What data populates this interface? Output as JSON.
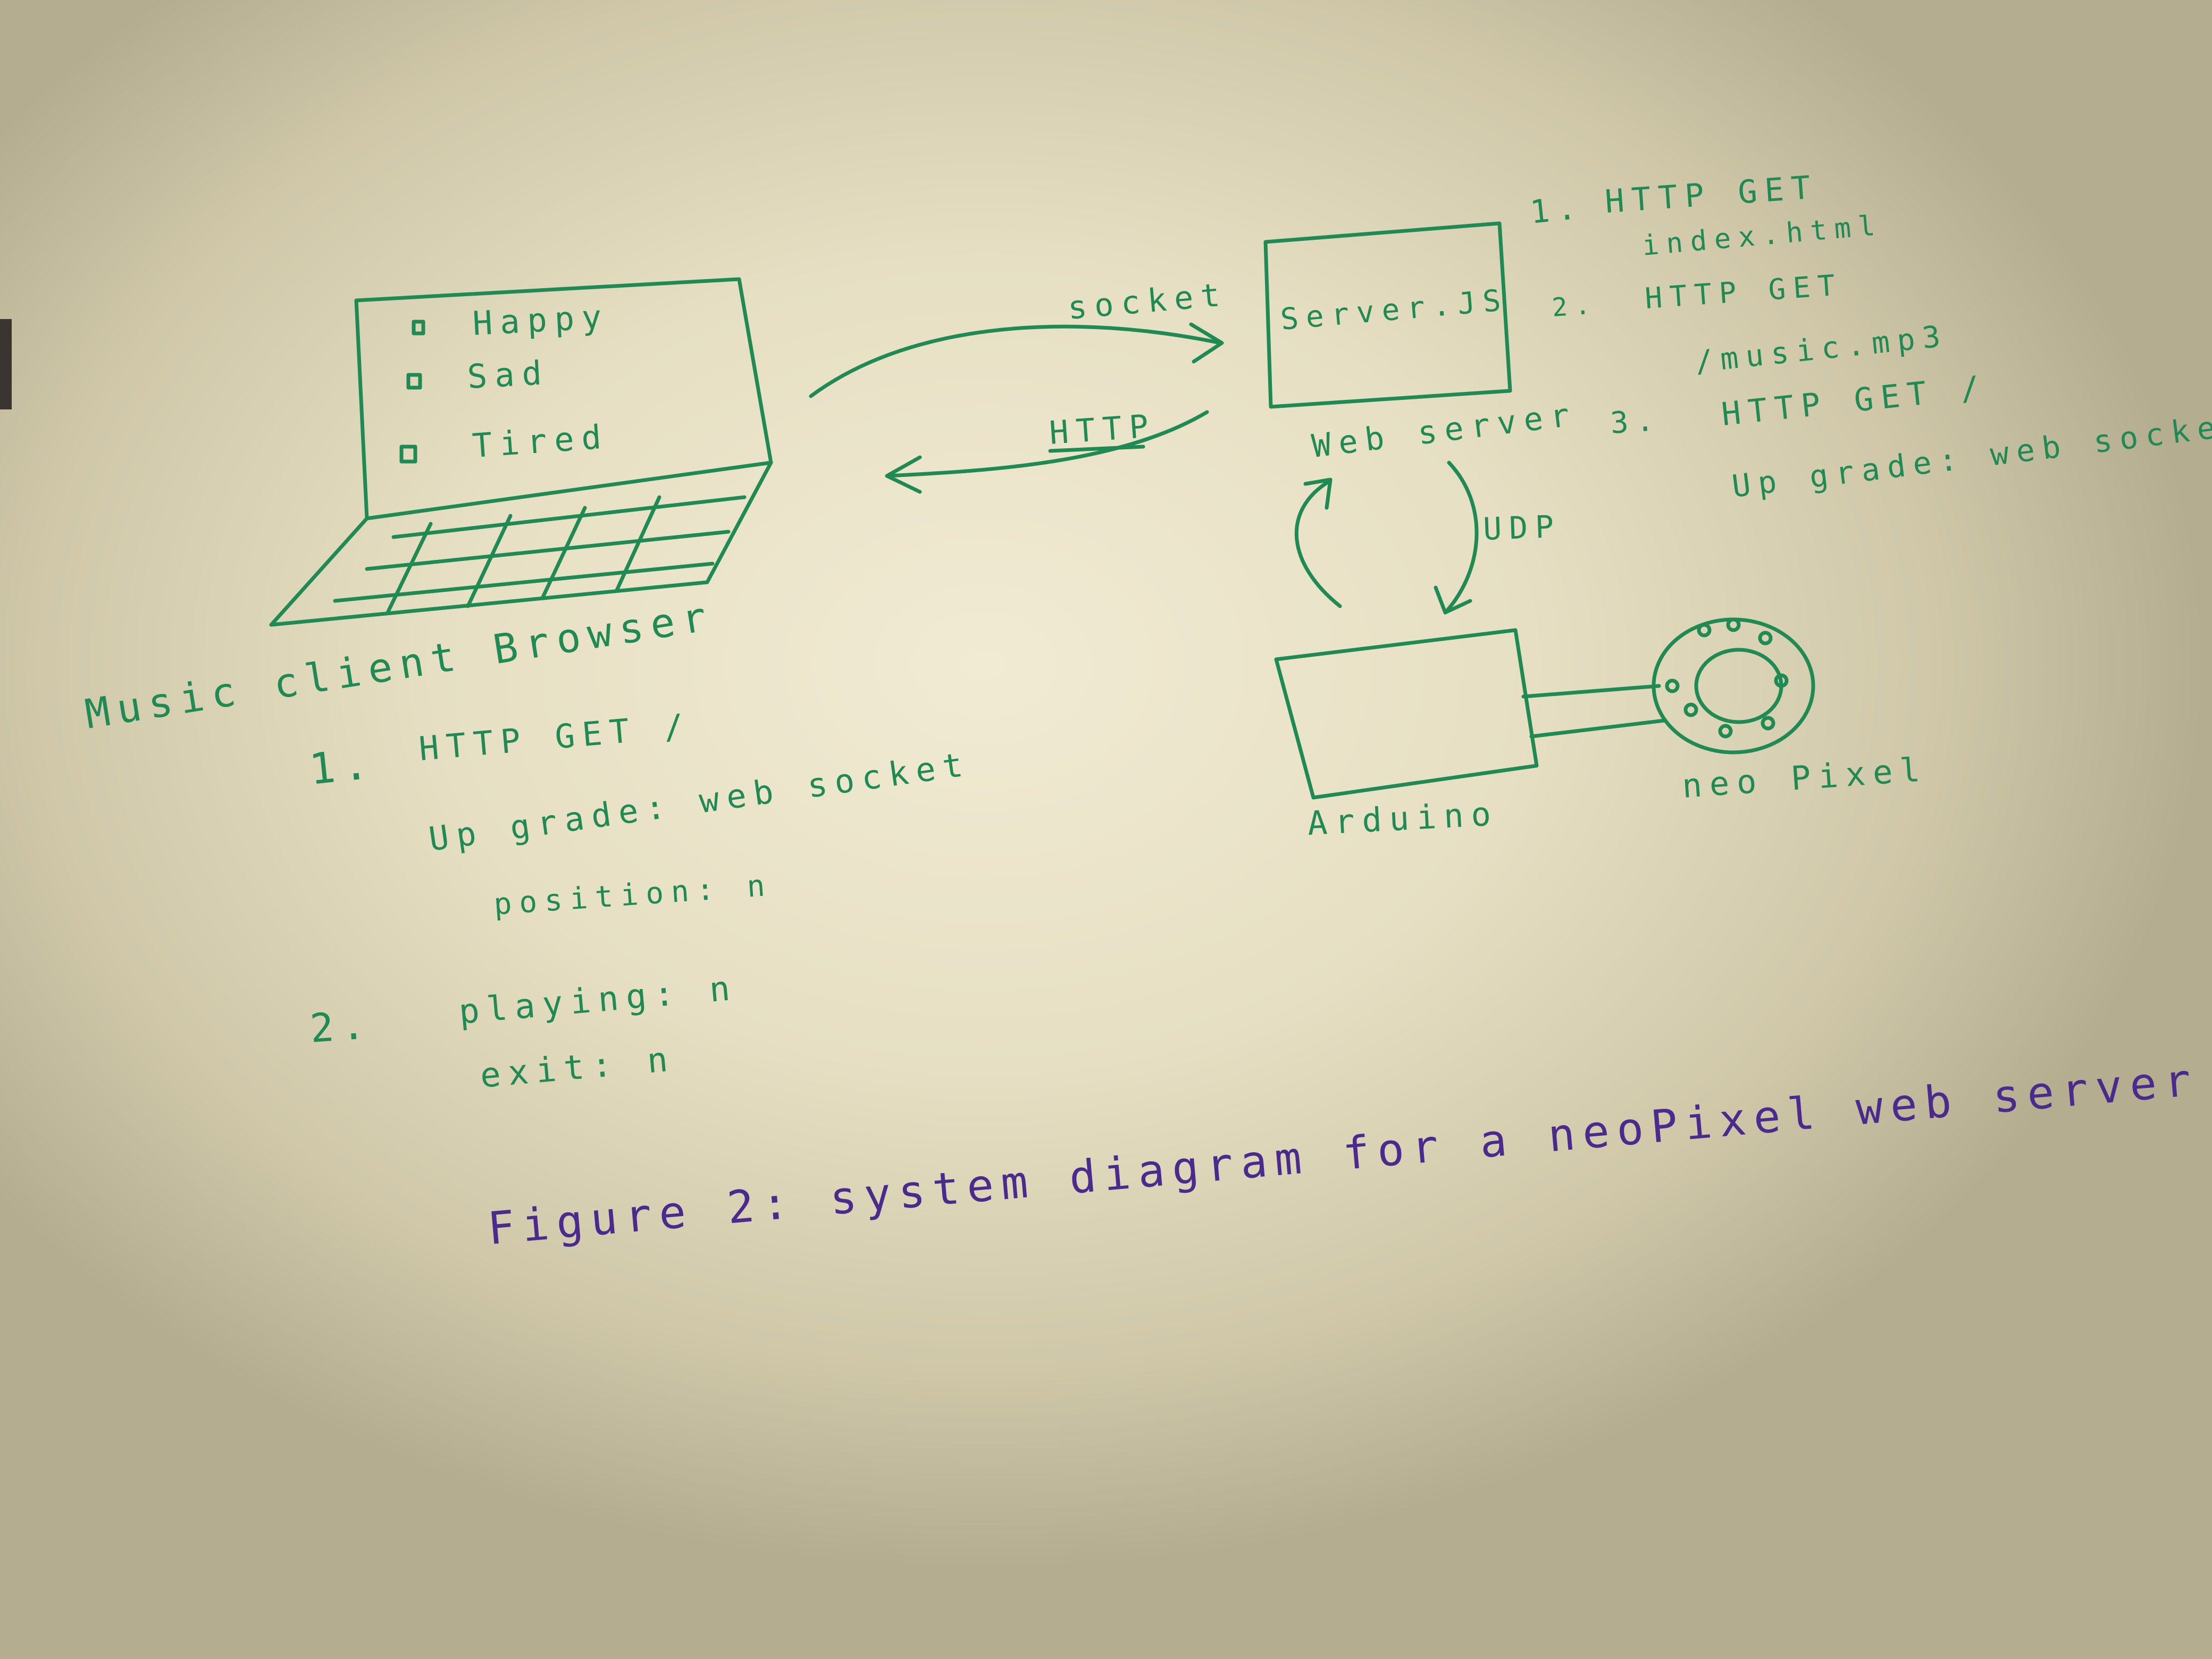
{
  "colors": {
    "green_ink": "#1f8a52",
    "purple_ink": "#4a2a8c",
    "paper": "#f1ebd4"
  },
  "laptop": {
    "options": [
      "Happy",
      "Sad",
      "Tired"
    ],
    "caption": "Music client Browser"
  },
  "client_steps": {
    "step1_number": "1.",
    "step1_line1": "HTTP GET /",
    "step1_line2": "Up grade: web socket",
    "step1_line3": "position: n",
    "step2_number": "2.",
    "step2_line1": "playing: n",
    "step2_line2": "exit: n"
  },
  "arrows": {
    "socket_label": "socket",
    "http_label": "HTTP",
    "udp_label": "UDP"
  },
  "server": {
    "box_label": "Server.JS",
    "caption": "Web server"
  },
  "server_steps": {
    "step1_number": "1.",
    "step1_line1": "HTTP GET",
    "step1_line2": "index.html",
    "step2_number": "2.",
    "step2_line1": "HTTP GET",
    "step2_line2": "/music.mp3",
    "step3_number": "3.",
    "step3_line1": "HTTP GET /",
    "step3_line2": "Up grade: web socket"
  },
  "hardware": {
    "arduino_label": "Arduino",
    "neopixel_label": "neo Pixel"
  },
  "figure_caption": "Figure 2: system diagram for a neoPixel web server"
}
